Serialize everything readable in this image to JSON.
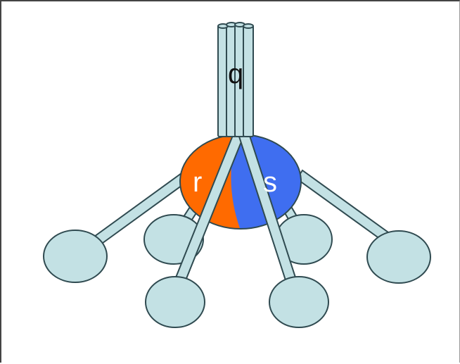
{
  "labels": {
    "q": "q",
    "r": "r",
    "s": "s"
  },
  "colors": {
    "tube_fill": "#c3e1e4",
    "tube_stroke": "#2f4a50",
    "left_half": "#ff6a00",
    "right_half": "#3f6ef0",
    "label_light": "#ffffff",
    "label_dark": "#111111"
  }
}
